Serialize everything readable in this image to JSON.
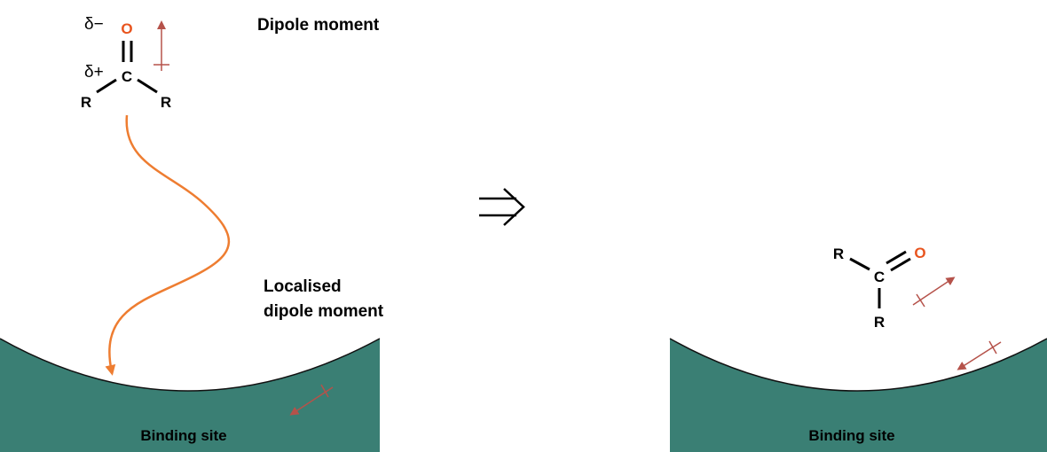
{
  "left": {
    "delta_minus": "δ−",
    "delta_plus": "δ+",
    "atom_o": "O",
    "atom_c": "C",
    "atom_r1": "R",
    "atom_r2": "R",
    "dipole_label": "Dipole moment",
    "localised_line1": "Localised",
    "localised_line2": "dipole moment",
    "binding_site_label": "Binding site"
  },
  "transition": {
    "arrow_glyph": "⇒"
  },
  "right": {
    "atom_r_top": "R",
    "atom_c": "C",
    "atom_o": "O",
    "atom_r_bottom": "R",
    "binding_site_label": "Binding site"
  },
  "colors": {
    "binding_site_fill": "#3a7f74",
    "oxygen": "#e8541e",
    "dipole_arrow": "#b5524a",
    "path_arrow": "#ee7d31",
    "bond": "#000000"
  }
}
